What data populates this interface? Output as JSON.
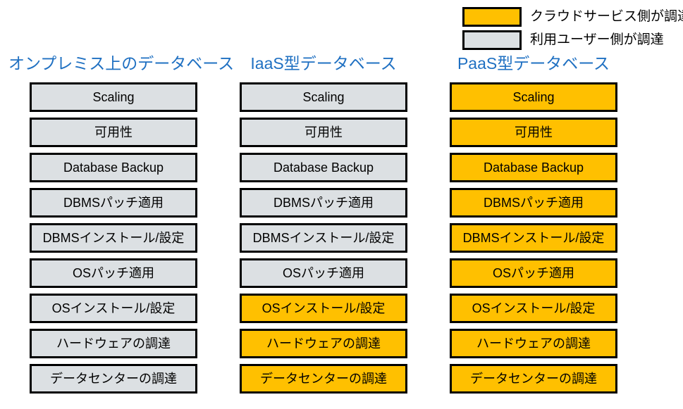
{
  "legend": {
    "items": [
      {
        "label": "クラウドサービス側が調達",
        "fill": "cloud",
        "color": "#ffc000"
      },
      {
        "label": "利用ユーザー側が調達",
        "fill": "user",
        "color": "#dce0e3"
      }
    ]
  },
  "theme": {
    "title_color": "#1f70c2",
    "border_color": "#000000",
    "cloud_color": "#ffc000",
    "user_color": "#dce0e3",
    "background": "#ffffff"
  },
  "row_labels": [
    "Scaling",
    "可用性",
    "Database Backup",
    "DBMSパッチ適用",
    "DBMSインストール/設定",
    "OSパッチ適用",
    "OSインストール/設定",
    "ハードウェアの調達",
    "データセンターの調達"
  ],
  "columns": [
    {
      "title": "オンプレミス上のデータベース",
      "rows": [
        {
          "label": "Scaling",
          "fill": "user"
        },
        {
          "label": "可用性",
          "fill": "user"
        },
        {
          "label": "Database Backup",
          "fill": "user"
        },
        {
          "label": "DBMSパッチ適用",
          "fill": "user"
        },
        {
          "label": "DBMSインストール/設定",
          "fill": "user"
        },
        {
          "label": "OSパッチ適用",
          "fill": "user"
        },
        {
          "label": "OSインストール/設定",
          "fill": "user"
        },
        {
          "label": "ハードウェアの調達",
          "fill": "user"
        },
        {
          "label": "データセンターの調達",
          "fill": "user"
        }
      ]
    },
    {
      "title": "IaaS型データベース",
      "rows": [
        {
          "label": "Scaling",
          "fill": "user"
        },
        {
          "label": "可用性",
          "fill": "user"
        },
        {
          "label": "Database Backup",
          "fill": "user"
        },
        {
          "label": "DBMSパッチ適用",
          "fill": "user"
        },
        {
          "label": "DBMSインストール/設定",
          "fill": "user"
        },
        {
          "label": "OSパッチ適用",
          "fill": "user"
        },
        {
          "label": "OSインストール/設定",
          "fill": "cloud"
        },
        {
          "label": "ハードウェアの調達",
          "fill": "cloud"
        },
        {
          "label": "データセンターの調達",
          "fill": "cloud"
        }
      ]
    },
    {
      "title": "PaaS型データベース",
      "rows": [
        {
          "label": "Scaling",
          "fill": "cloud"
        },
        {
          "label": "可用性",
          "fill": "cloud"
        },
        {
          "label": "Database Backup",
          "fill": "cloud"
        },
        {
          "label": "DBMSパッチ適用",
          "fill": "cloud"
        },
        {
          "label": "DBMSインストール/設定",
          "fill": "cloud"
        },
        {
          "label": "OSパッチ適用",
          "fill": "cloud"
        },
        {
          "label": "OSインストール/設定",
          "fill": "cloud"
        },
        {
          "label": "ハードウェアの調達",
          "fill": "cloud"
        },
        {
          "label": "データセンターの調達",
          "fill": "cloud"
        }
      ]
    }
  ]
}
